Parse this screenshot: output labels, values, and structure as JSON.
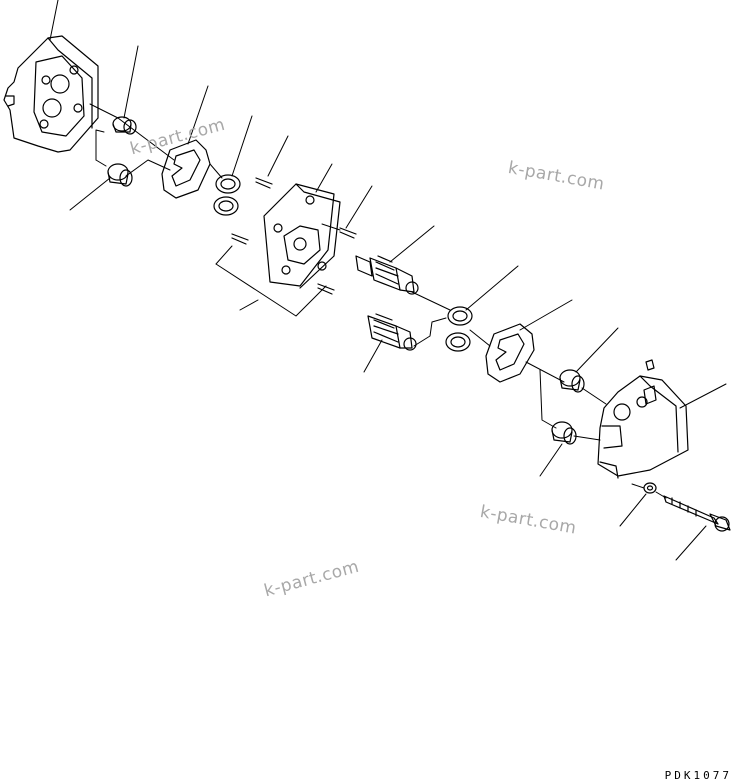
{
  "watermarks": [
    "k-part.com",
    "k-part.com",
    "k-part.com",
    "k-part.com"
  ],
  "drawing_code": "PDK1077"
}
